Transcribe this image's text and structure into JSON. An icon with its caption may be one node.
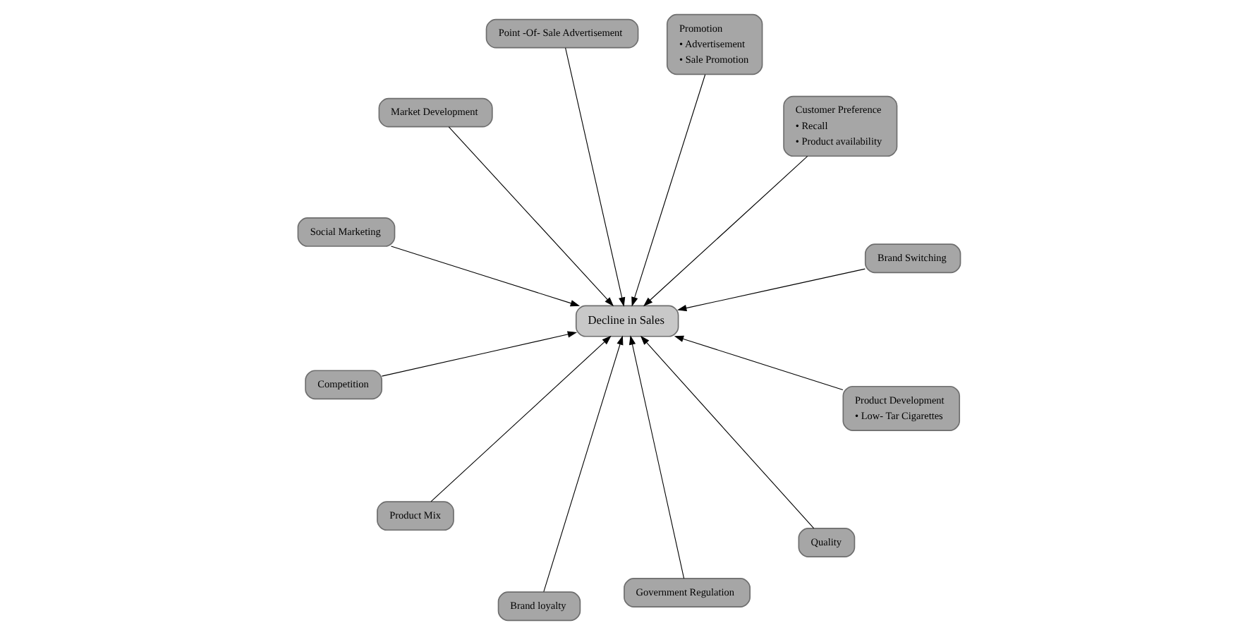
{
  "diagram": {
    "nodes": [
      {
        "text": [
          "Decline in Sales"
        ]
      },
      {
        "text": [
          "Customer Preference",
          "• Recall",
          "• Product availability"
        ]
      },
      {
        "text": [
          "Brand loyalty"
        ]
      },
      {
        "text": [
          "Point -Of- Sale Advertisement"
        ]
      },
      {
        "text": [
          "Promotion",
          "• Advertisement",
          "• Sale Promotion"
        ]
      },
      {
        "text": [
          "Market Development"
        ]
      },
      {
        "text": [
          "Competition"
        ]
      },
      {
        "text": [
          "Product Development",
          "• Low- Tar Cigarettes"
        ]
      },
      {
        "text": [
          "Product Mix"
        ]
      },
      {
        "text": [
          "Quality"
        ]
      },
      {
        "text": [
          "Government Regulation"
        ]
      },
      {
        "text": [
          "Social Marketing"
        ]
      },
      {
        "text": [
          "Brand Switching"
        ]
      }
    ],
    "edges": [
      {
        "from": 1,
        "to": 0,
        "arrow": "to"
      },
      {
        "from": 2,
        "to": 0,
        "arrow": "to"
      },
      {
        "from": 3,
        "to": 0,
        "arrow": "to"
      },
      {
        "from": 4,
        "to": 0,
        "arrow": "to"
      },
      {
        "from": 5,
        "to": 0,
        "arrow": "to"
      },
      {
        "from": 6,
        "to": 0,
        "arrow": "to"
      },
      {
        "from": 7,
        "to": 0,
        "arrow": "to"
      },
      {
        "from": 8,
        "to": 0,
        "arrow": "to"
      },
      {
        "from": 9,
        "to": 0,
        "arrow": "to"
      },
      {
        "from": 10,
        "to": 0,
        "arrow": "to"
      },
      {
        "from": 11,
        "to": 0,
        "arrow": "to"
      },
      {
        "from": 12,
        "to": 0,
        "arrow": "to"
      }
    ]
  }
}
